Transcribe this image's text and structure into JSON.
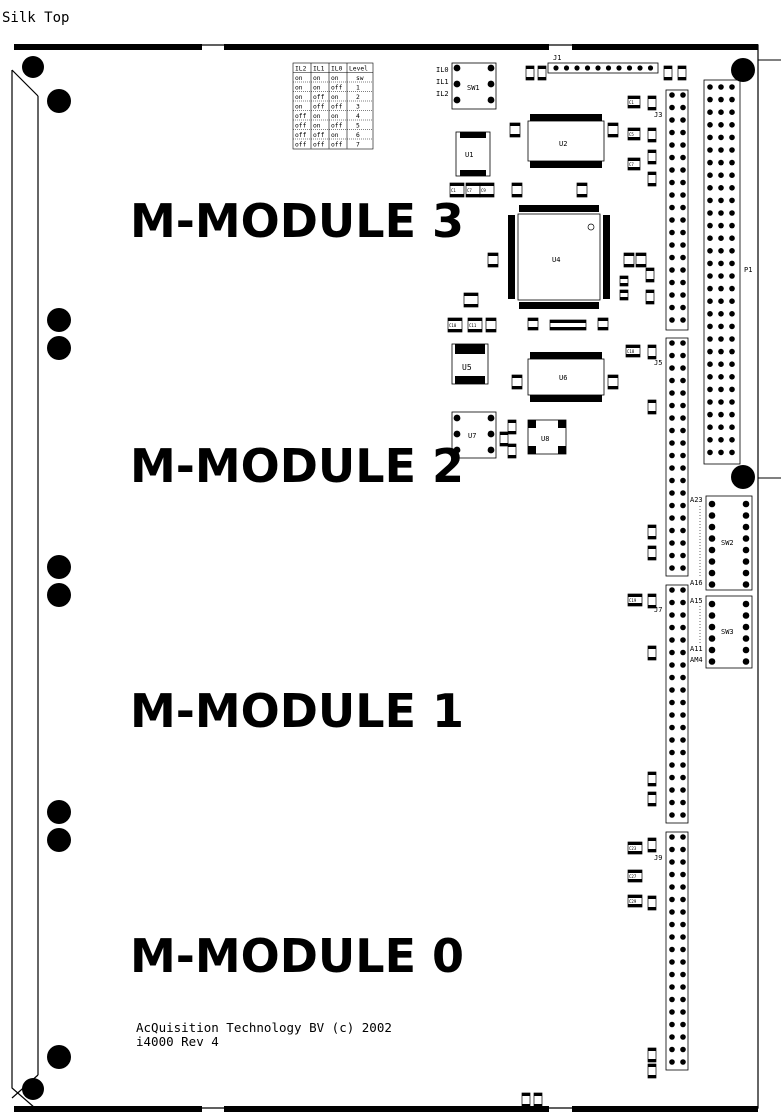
{
  "title": "Silk Top",
  "modules": [
    "M-MODULE 3",
    "M-MODULE 2",
    "M-MODULE 1",
    "M-MODULE 0"
  ],
  "footer": {
    "line1": "AcQuisition Technology BV (c) 2002",
    "line2": "i4000 Rev 4"
  },
  "level_table": {
    "headers": [
      "IL2",
      "IL1",
      "IL0",
      "Level"
    ],
    "rows": [
      [
        "on",
        "on",
        "on",
        "sw"
      ],
      [
        "on",
        "on",
        "off",
        "1"
      ],
      [
        "on",
        "off",
        "on",
        "2"
      ],
      [
        "on",
        "off",
        "off",
        "3"
      ],
      [
        "off",
        "on",
        "on",
        "4"
      ],
      [
        "off",
        "on",
        "off",
        "5"
      ],
      [
        "off",
        "off",
        "on",
        "6"
      ],
      [
        "off",
        "off",
        "off",
        "7"
      ]
    ]
  },
  "sw1_labels": [
    "IL0",
    "IL1",
    "IL2"
  ],
  "components": {
    "sw1": "SW1",
    "u1": "U1",
    "u2": "U2",
    "u4": "U4",
    "u5": "U5",
    "u6": "U6",
    "u7": "U7",
    "u8": "U8",
    "j1": "J1",
    "j3": "J3",
    "j5": "J5",
    "j7": "J7",
    "j9": "J9",
    "p1": "P1",
    "sw2": "SW2",
    "sw3": "SW3"
  },
  "address_labels": {
    "a23": "A23",
    "a16": "A16",
    "a15": "A15",
    "a11": "A11",
    "am4": "AM4"
  },
  "capacitors": [
    "C1",
    "C5",
    "C7",
    "C9",
    "C10",
    "C11",
    "C18",
    "C19",
    "C23",
    "C27",
    "C29",
    "C31",
    "C32"
  ]
}
